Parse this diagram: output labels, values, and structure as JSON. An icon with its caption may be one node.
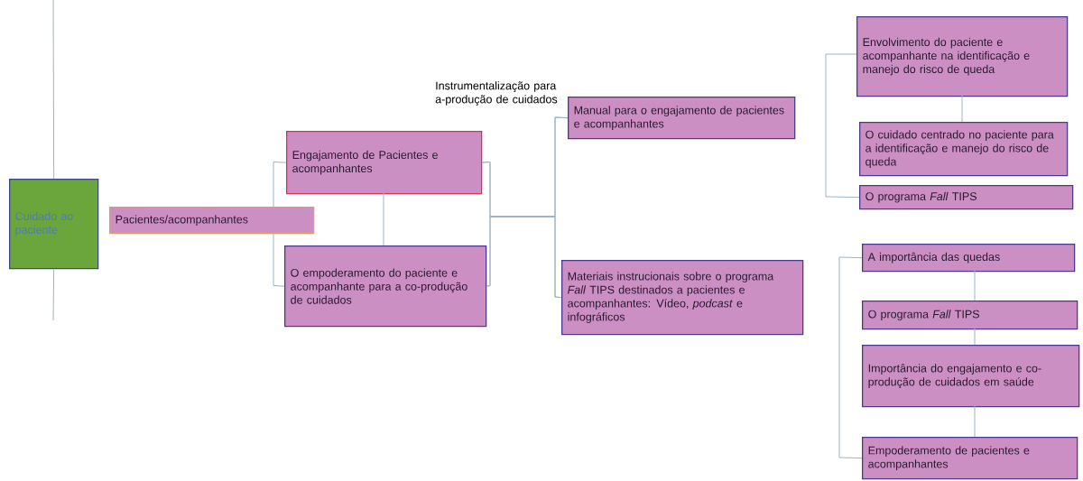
{
  "diagram": {
    "nodes": [
      {
        "text": [
          "Cuidado ao paciente"
        ]
      },
      {
        "text": [
          "Pacientes/acompanhantes"
        ]
      },
      {
        "text": [
          "Engajamento de Pacientes e acompanhantes"
        ]
      },
      {
        "text": [
          "O empoderamento do paciente e acompanhante para a co-produção de cuidados"
        ]
      },
      {
        "text": [
          "Manual para o engajamento de pacientes e acompanhantes"
        ]
      },
      {
        "text": [
          "Materiais instrucionais sobre o programa *Fall* TIPS destinados a pacientes e acompanhantes: Vídeo, *podcast* e infográficos"
        ]
      },
      {
        "text": [
          "Envolvimento do paciente e acompanhante na identificação e manejo do risco de queda"
        ]
      },
      {
        "text": [
          "O cuidado centrado no paciente para a identificação e manejo do risco de queda"
        ]
      },
      {
        "text": [
          "O programa *Fall* TIPS"
        ]
      },
      {
        "text": [
          "A importância das quedas"
        ]
      },
      {
        "text": [
          "O programa *Fall* TIPS"
        ]
      },
      {
        "text": [
          "Importância do engajamento e co-produção de cuidados em saúde"
        ]
      },
      {
        "text": [
          "Empoderamento de pacientes e acompanhantes"
        ]
      }
    ],
    "edges": [
      {
        "from": null,
        "to": 0,
        "arrow": "none"
      },
      {
        "from": 0,
        "to": null,
        "arrow": "none"
      },
      {
        "from": 1,
        "to": 2,
        "arrow": "none"
      },
      {
        "from": 1,
        "to": 3,
        "arrow": "none"
      },
      {
        "from": 2,
        "to": 3,
        "arrow": "none"
      },
      {
        "from": 2,
        "to": 4,
        "arrow": "none"
      },
      {
        "from": 2,
        "to": 5,
        "arrow": "none"
      },
      {
        "from": 3,
        "to": 4,
        "arrow": "none"
      },
      {
        "from": 3,
        "to": 5,
        "arrow": "none"
      },
      {
        "from": 6,
        "to": 7,
        "arrow": "none"
      },
      {
        "from": 6,
        "to": 8,
        "arrow": "none"
      },
      {
        "from": 9,
        "to": 10,
        "arrow": "none"
      },
      {
        "from": 10,
        "to": 11,
        "arrow": "none"
      },
      {
        "from": 11,
        "to": 12,
        "arrow": "none"
      },
      {
        "from": 9,
        "to": 12,
        "arrow": "none"
      }
    ],
    "labels": [
      "Instrumentalização para a-produção de cuidados"
    ]
  }
}
